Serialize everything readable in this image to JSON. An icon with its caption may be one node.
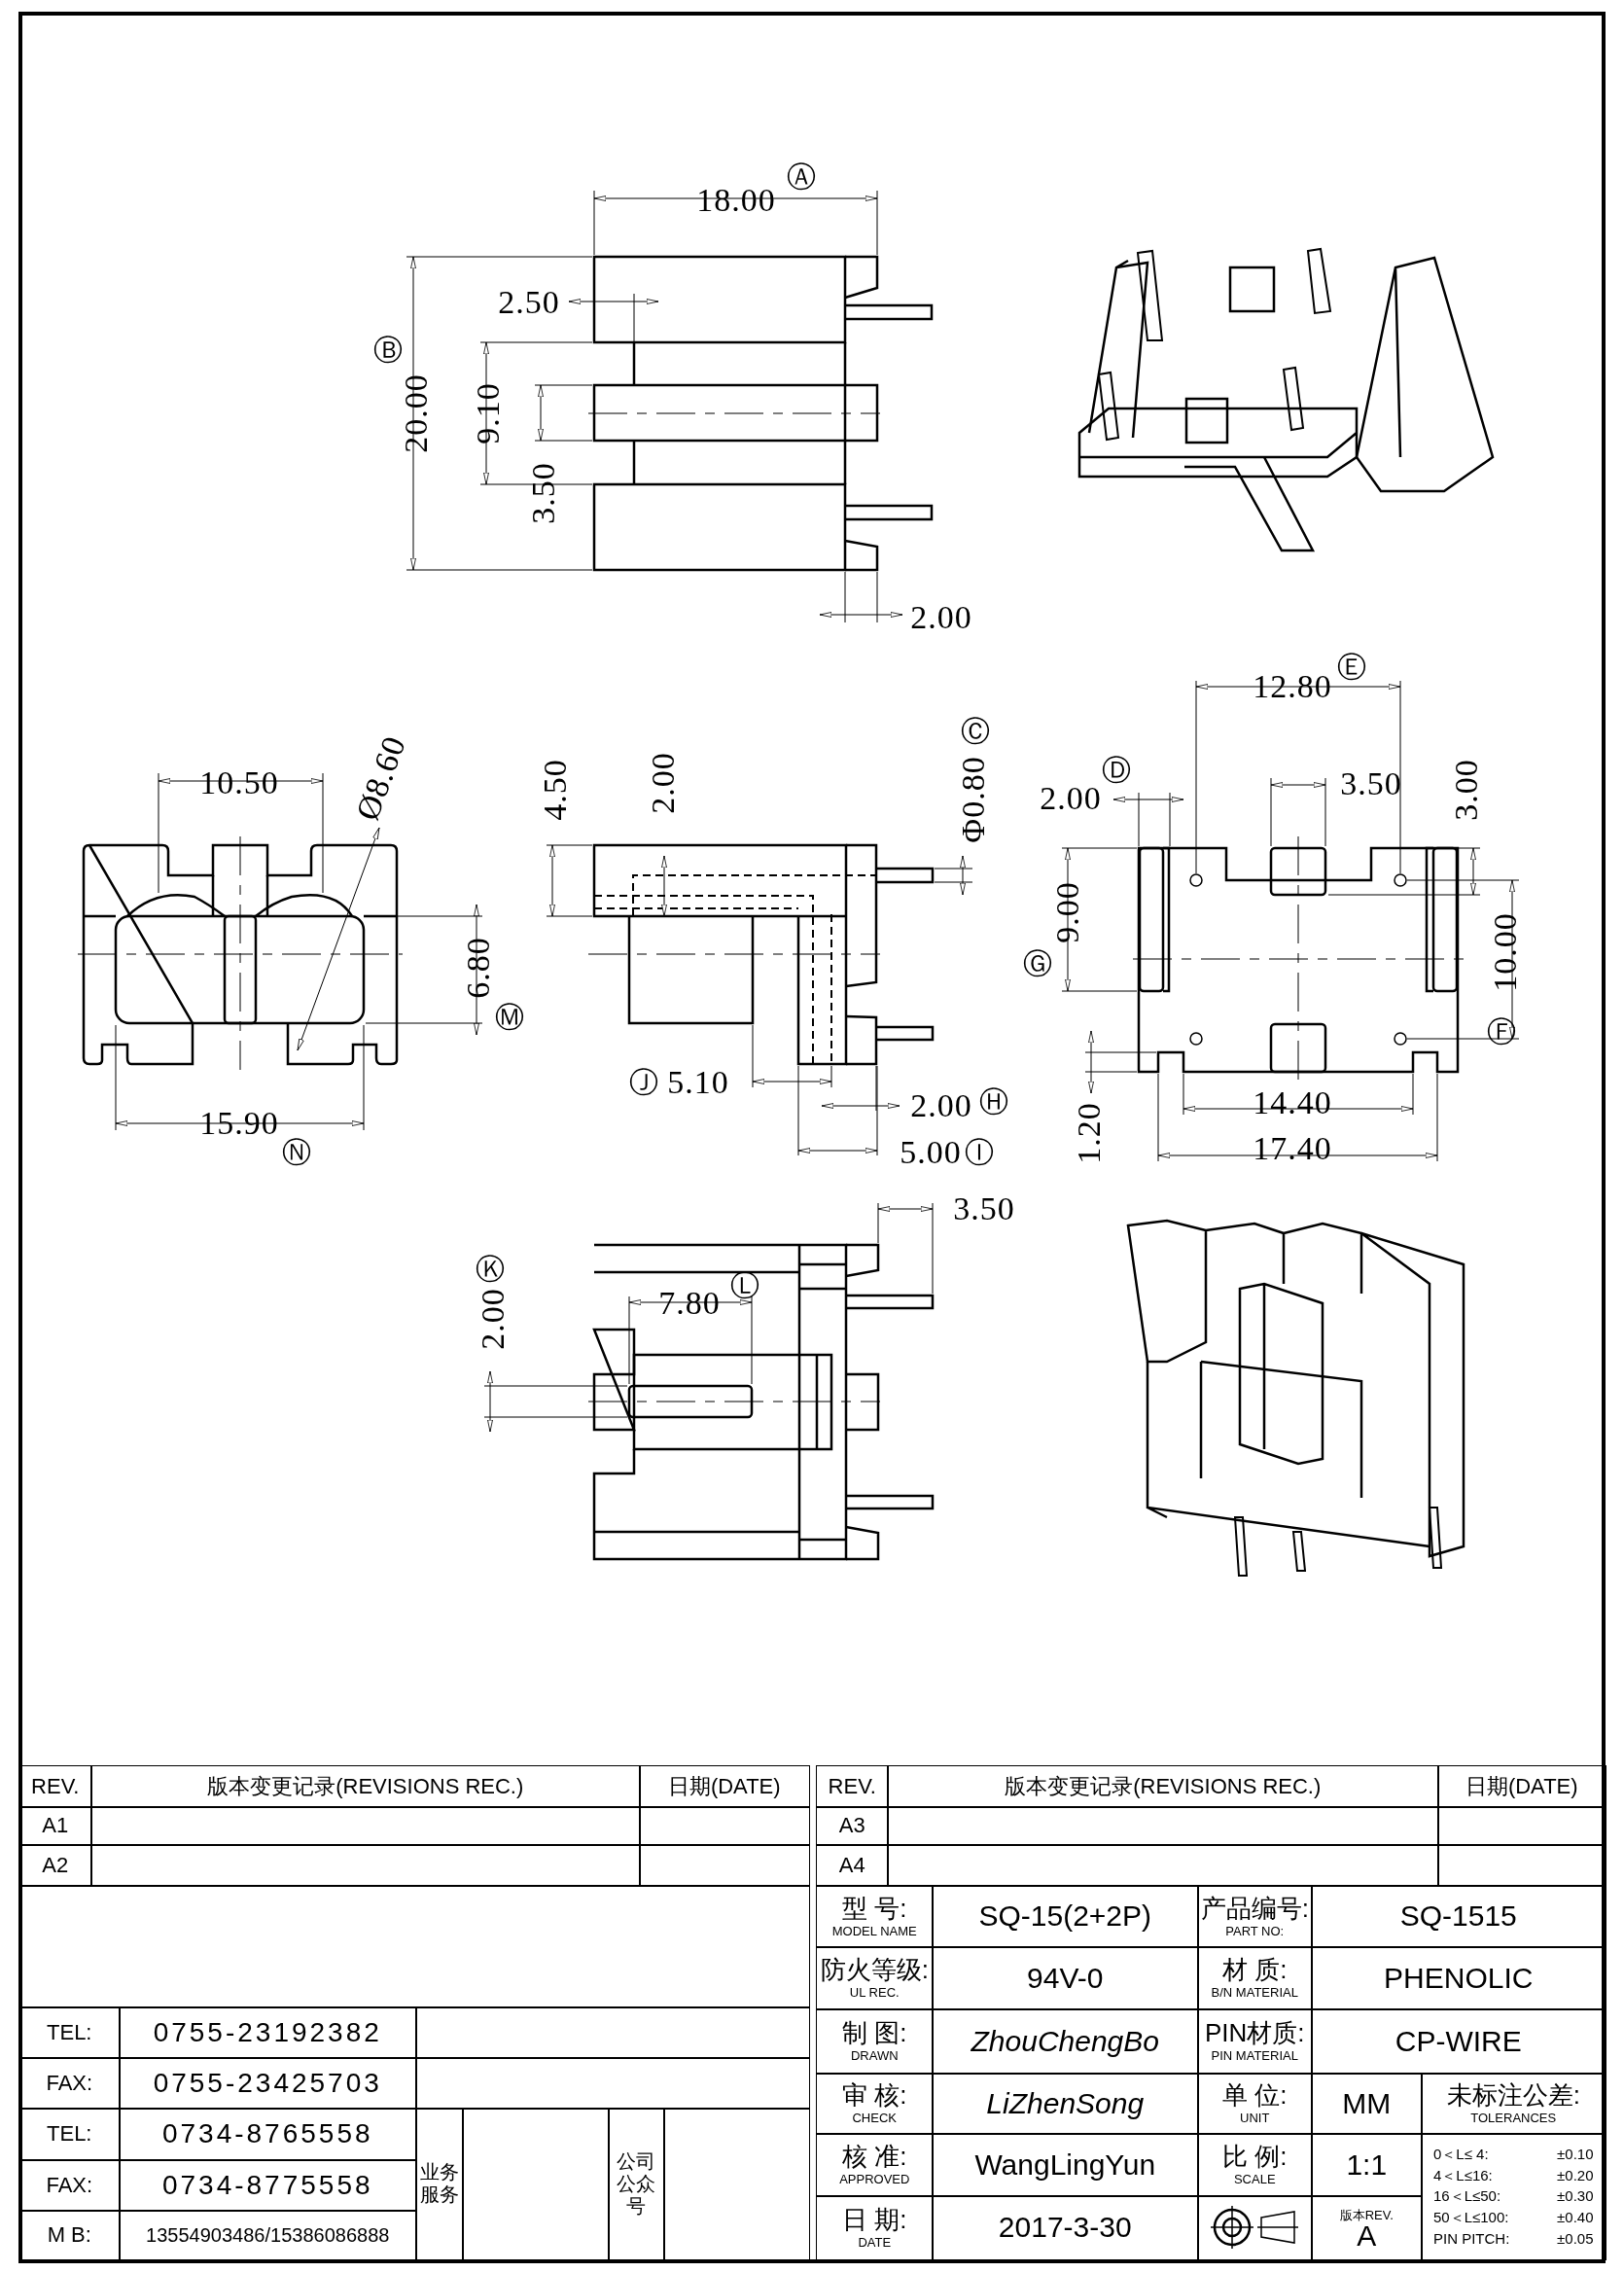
{
  "diagram": {
    "labels": [
      "18.00",
      "Ⓐ",
      "Ⓑ",
      "20.00",
      "2.50",
      "9.10",
      "3.50",
      "2.00",
      "10.50",
      "Ø8.60",
      "6.80",
      "Ⓜ",
      "15.90",
      "Ⓝ",
      "4.50",
      "2.00",
      "Ⓒ",
      "Φ0.80",
      "Ⓙ",
      "5.10",
      "2.00",
      "Ⓗ",
      "5.00",
      "Ⓘ",
      "12.80",
      "Ⓔ",
      "Ⓓ",
      "2.00",
      "3.50",
      "3.00",
      "9.00",
      "Ⓖ",
      "10.00",
      "Ⓕ",
      "1.20",
      "14.40",
      "17.40",
      "3.50",
      "Ⓚ",
      "2.00",
      "7.80",
      "Ⓛ",
      "REV.",
      "版本变更记录(REVISIONS REC.)",
      "日期(DATE)",
      "A1",
      "A2",
      "TEL:",
      "0755-23192382",
      "FAX:",
      "0755-23425703",
      "TEL:",
      "0734-8765558",
      "FAX:",
      "0734-8775558",
      "M B:",
      "13554903486/15386086888",
      "业务服务",
      "公司公众号",
      "REV.",
      "版本变更记录(REVISIONS REC.)",
      "日期(DATE)",
      "A3",
      "A4",
      "型 号:",
      "MODEL NAME",
      "SQ-15(2+2P)",
      "产品编号:",
      "PART NO:",
      "SQ-1515",
      "防火等级:",
      "UL REC.",
      "94V-0",
      "材 质:",
      "B/N MATERIAL",
      "PHENOLIC",
      "制 图:",
      "DRAWN",
      "ZhouChengBo",
      "PIN材质:",
      "PIN MATERIAL",
      "CP-WIRE",
      "审 核:",
      "CHECK",
      "LiZhenSong",
      "单 位:",
      "UNIT",
      "MM",
      "未标注公差:",
      "TOLERANCES",
      "核 准:",
      "APPROVED",
      "WangLingYun",
      "比 例:",
      "SCALE",
      "1:1",
      "0＜L≤ 4:",
      "±0.10",
      "4＜L≤16:",
      "±0.20",
      "16＜L≤50:",
      "±0.30",
      "50＜L≤100:",
      "±0.40",
      "PIN PITCH:",
      "±0.05",
      "日 期:",
      "DATE",
      "2017-3-30",
      "版本REV.",
      "A"
    ]
  }
}
